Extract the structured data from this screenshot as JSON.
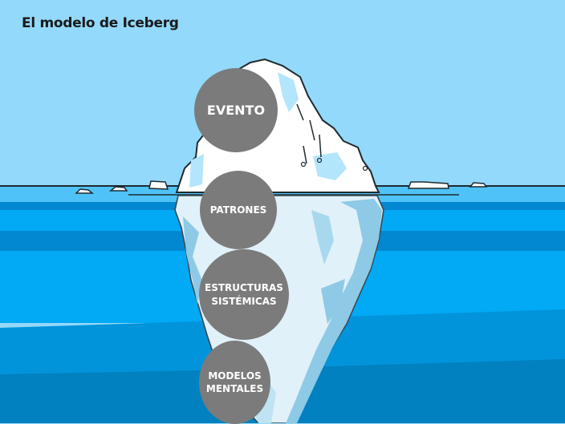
{
  "title": "El modelo de Iceberg",
  "levels": [
    {
      "label_lines": [
        "EVENTO"
      ],
      "zone": "above-water"
    },
    {
      "label_lines": [
        "PATRONES"
      ],
      "zone": "underwater"
    },
    {
      "label_lines": [
        "ESTRUCTURAS",
        "SISTÉMICAS"
      ],
      "zone": "underwater"
    },
    {
      "label_lines": [
        "MODELOS",
        "MENTALES"
      ],
      "zone": "deep-underwater"
    }
  ],
  "colors": {
    "sky": "#93d9fb",
    "water_surface": "#4fc3f7",
    "water_band_light": "#02a9f4",
    "water_band_dark": "#0288d1",
    "water_deep_mid": "#0294db",
    "water_deep": "#0181c0",
    "circle": "#7b7b7b",
    "circle_text": "#ffffff",
    "ice_white": "#ffffff",
    "ice_light": "#e1f1f9",
    "ice_shade": "#8ecae6",
    "outline": "#1f2a30"
  }
}
